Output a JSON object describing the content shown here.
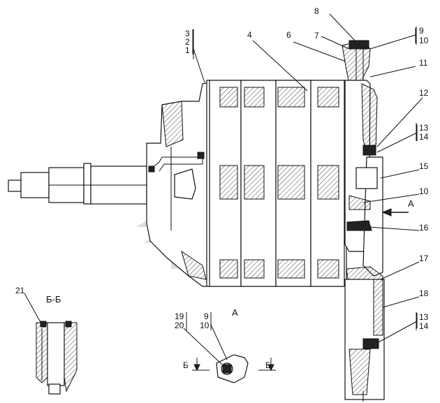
{
  "title": "",
  "callouts": {
    "n1": "1",
    "n2": "2",
    "n3": "3",
    "n4": "4",
    "n6": "6",
    "n7": "7",
    "n8": "8",
    "n9a": "9",
    "n10a": "10",
    "n11": "11",
    "n12": "12",
    "n13a": "13",
    "n14a": "14",
    "n15": "15",
    "n10b": "10",
    "n16": "16",
    "n17": "17",
    "n18": "18",
    "n13b": "13",
    "n14b": "14",
    "n21": "21",
    "n19": "19",
    "n20": "20",
    "n9b": "9",
    "n10c": "10"
  },
  "views": {
    "arrow_a": "А",
    "view_a": "А",
    "section_bb": "Б-Б",
    "cut_left": "Б",
    "cut_right": "Б"
  },
  "colors": {
    "line": "#111111",
    "watermark": "#b9c6bd"
  },
  "icons": {
    "watermark": "gearbox-logo-watermark"
  }
}
